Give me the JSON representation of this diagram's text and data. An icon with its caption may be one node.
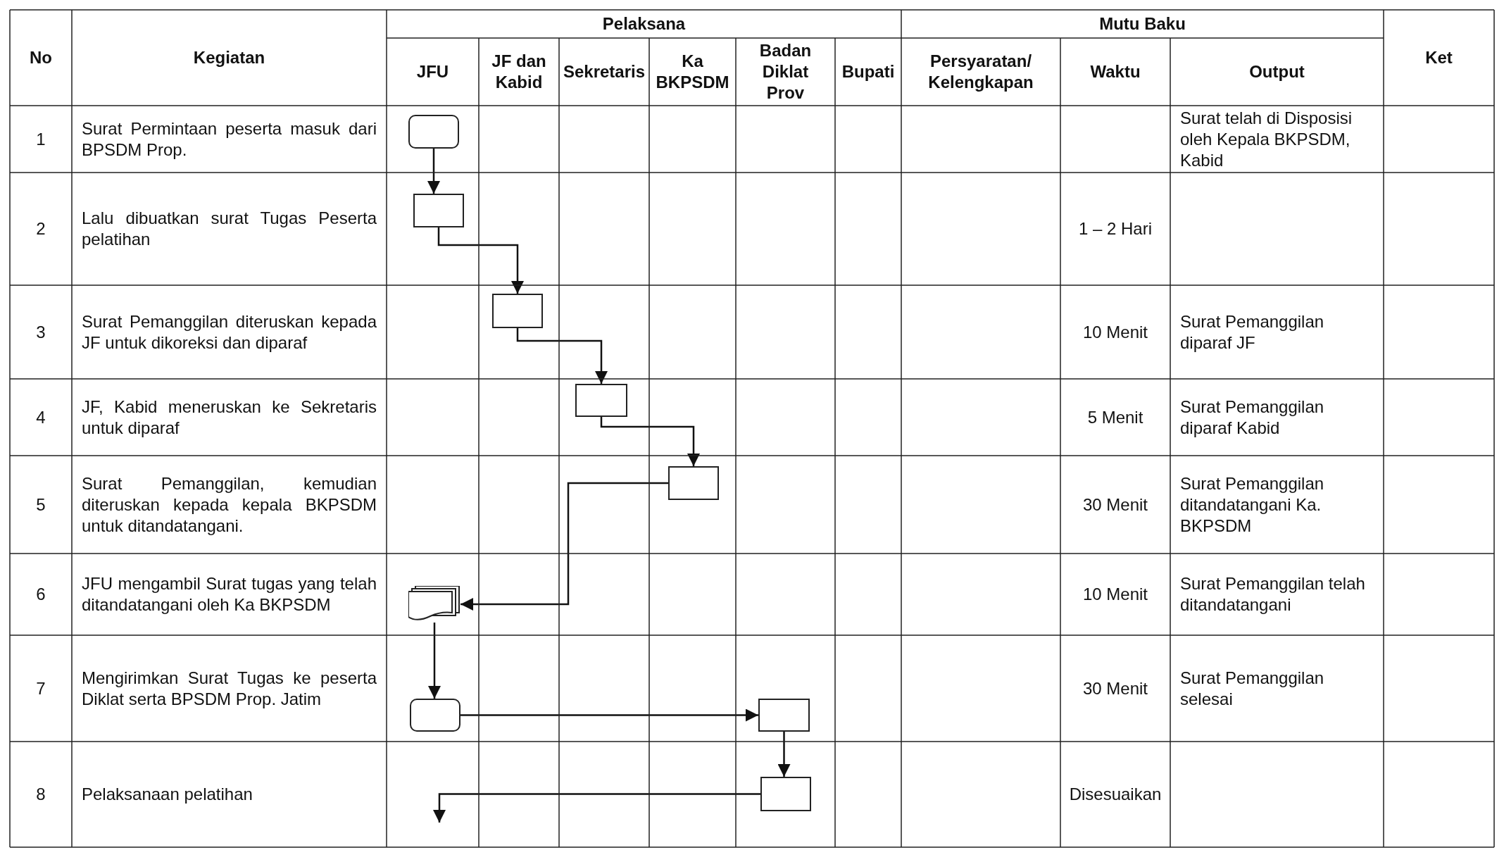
{
  "diagram": {
    "nodes": [
      {
        "text": [],
        "shape": "terminator"
      },
      {
        "text": [],
        "shape": "box"
      },
      {
        "text": [],
        "shape": "box"
      },
      {
        "text": [],
        "shape": "box"
      },
      {
        "text": [],
        "shape": "box"
      },
      {
        "text": [],
        "shape": "document"
      },
      {
        "text": [],
        "shape": "terminator"
      },
      {
        "text": [],
        "shape": "box"
      },
      {
        "text": [],
        "shape": "box"
      }
    ],
    "edges": [
      {
        "from": 0,
        "to": 1,
        "arrow": "to"
      },
      {
        "from": 1,
        "to": 2,
        "arrow": "to"
      },
      {
        "from": 2,
        "to": 3,
        "arrow": "to"
      },
      {
        "from": 3,
        "to": 4,
        "arrow": "to"
      },
      {
        "from": 4,
        "to": 5,
        "arrow": "to"
      },
      {
        "from": 5,
        "to": 6,
        "arrow": "to"
      },
      {
        "from": 6,
        "to": 7,
        "arrow": "to"
      },
      {
        "from": 7,
        "to": 8,
        "arrow": "to"
      },
      {
        "from": 8,
        "to": null,
        "arrow": "to"
      }
    ],
    "labels": [
      "No",
      "Kegiatan",
      "Pelaksana",
      "Mutu Baku",
      "Ket",
      "JFU",
      "JF dan Kabid",
      "Sekretaris",
      "Ka BKPSDM",
      "Badan Diklat Prov",
      "Bupati",
      "Persyaratan/ Kelengkapan",
      "Waktu",
      "Output",
      "1",
      "Surat Permintaan peserta masuk dari BPSDM Prop.",
      "Surat telah di Disposisi oleh Kepala BKPSDM, Kabid",
      "2",
      "Lalu dibuatkan surat Tugas Peserta pelatihan",
      "1 – 2 Hari",
      "3",
      "Surat Pemanggilan diteruskan kepada JF untuk dikoreksi dan diparaf",
      "10 Menit",
      "Surat Pemanggilan diparaf JF",
      "4",
      "JF, Kabid meneruskan ke Sekretaris untuk diparaf",
      "5 Menit",
      "Surat Pemanggilan diparaf Kabid",
      "5",
      "Surat Pemanggilan, kemudian diteruskan kepada kepala BKPSDM untuk ditandatangani.",
      "30 Menit",
      "Surat Pemanggilan ditandatangani Ka. BKPSDM",
      "6",
      "JFU mengambil Surat tugas yang telah ditandatangani oleh Ka BKPSDM",
      "10 Menit",
      "Surat Pemanggilan telah ditandatangani",
      "7",
      "Mengirimkan Surat Tugas ke peserta Diklat serta BPSDM Prop. Jatim",
      "30 Menit",
      "Surat Pemanggilan selesai",
      "8",
      "Pelaksanaan pelatihan",
      "Disesuaikan"
    ]
  }
}
